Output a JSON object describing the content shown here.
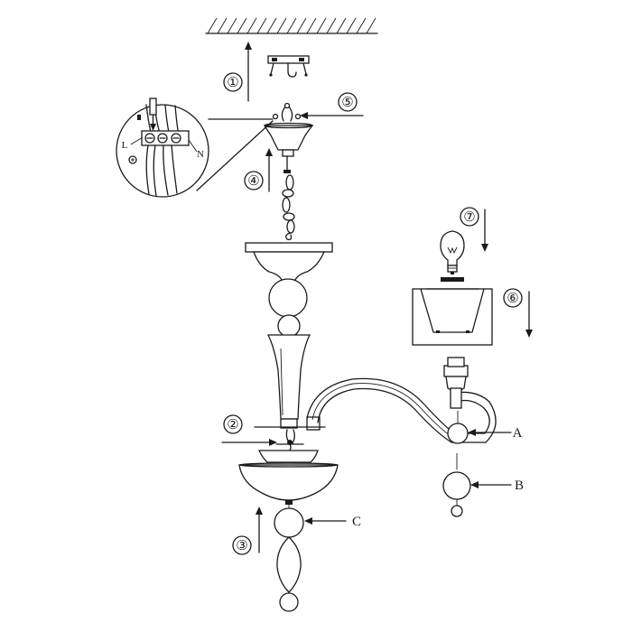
{
  "step_numbers": {
    "s1": "①",
    "s2": "②",
    "s3": "③",
    "s4": "④",
    "s5": "⑤",
    "s6": "⑥",
    "s7": "⑦"
  },
  "part_labels": {
    "a": "A",
    "b": "B",
    "c": "C"
  },
  "wiring_labels": {
    "live": "L",
    "neutral": "N"
  },
  "colors": {
    "ink": "#1a1a1a",
    "paper": "#ffffff"
  }
}
